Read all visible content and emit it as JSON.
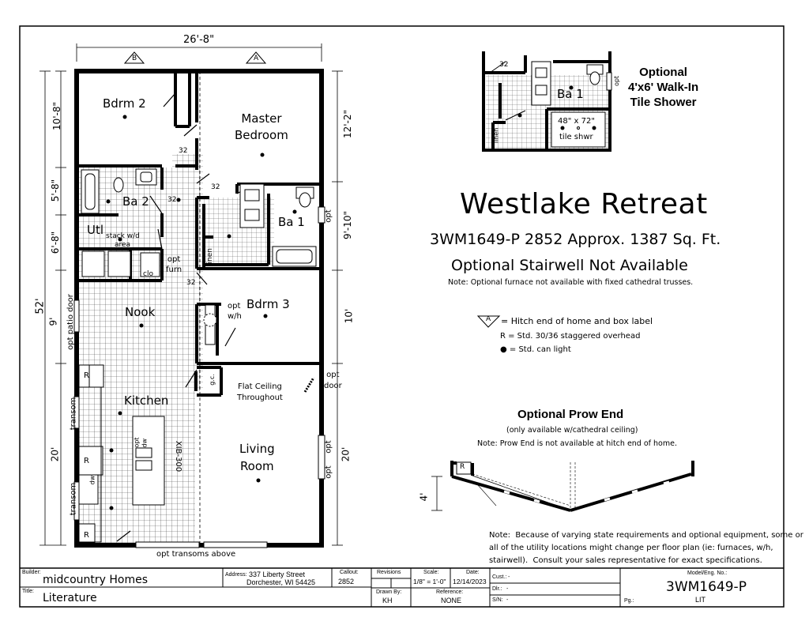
{
  "plan": {
    "overall_width": "26'-8\"",
    "overall_length": "52'",
    "hitch_markers": [
      "B",
      "A"
    ],
    "left_dims": [
      "10'-8\"",
      "5'-8\"",
      "6'-8\"",
      "9'",
      "20'"
    ],
    "right_dims": [
      "12'-2\"",
      "9'-10\"",
      "10'",
      "20'"
    ],
    "rooms": {
      "bdrm2": "Bdrm 2",
      "master": "Master\nBedroom",
      "ba2": "Ba 2",
      "ba1": "Ba 1",
      "utl": "Utl",
      "stack": "stack w/d",
      "area": "area",
      "clo": "clo",
      "linen": "linen",
      "opt_furn": "opt\nfurn",
      "nook": "Nook",
      "bdrm3": "Bdrm 3",
      "opt_wh": "opt\nw/h",
      "kitchen": "Kitchen",
      "living": "Living\nRoom",
      "flat_ceiling": "Flat Ceiling\nThroughout",
      "gc": "g.c.",
      "opt_door": "opt\ndoor",
      "opt_patio_door": "opt patio door",
      "transom": "transom",
      "opt": "opt",
      "opt_dw": "opt\ndw",
      "xib": "XIB-300",
      "dw": "dw",
      "r": "R",
      "thirty_two": "32",
      "opt_transoms_above": "opt transoms above"
    }
  },
  "inset_shower": {
    "title": "Optional\n4'x6' Walk-In\nTile Shower",
    "ba1": "Ba 1",
    "size": "48\" x 72\"",
    "tile": "tile shwr",
    "linen": "linen",
    "num": "32",
    "opt": "opt"
  },
  "header": {
    "model_name": "Westlake Retreat",
    "model_line": "3WM1649-P 2852  Approx. 1387 Sq. Ft.",
    "stair_note": "Optional Stairwell Not Available",
    "furnace_note": "Note:  Optional furnace not available with fixed cathedral trusses."
  },
  "legend": {
    "hitch_symbol": "A",
    "hitch_text": "= Hitch end of home and box label",
    "r_text": "R = Std. 30/36 staggered overhead",
    "light_text": "● = Std. can light"
  },
  "prow": {
    "title": "Optional Prow End",
    "subtitle": "(only available w/cathedral ceiling)",
    "note": "Note: Prow End is not available at hitch end of home.",
    "dim": "4'",
    "r": "R"
  },
  "footer_note": "Note:  Because of varying state requirements and optional equipment, some or\nall of the utility locations might change per floor plan (ie: furnaces, w/h,\nstairwell).  Consult your sales representative for exact specifications.",
  "title_block": {
    "builder_label": "Builder:",
    "builder": "midcountry Homes",
    "title_label": "Title:",
    "title": "Literature",
    "address_label": "Address:",
    "address1": "337 Liberty Street",
    "address2": "Dorchester, WI 54425",
    "callout_label": "Callout:",
    "callout": "2852",
    "revisions_label": "Revisions",
    "drawn_label": "Drawn By:",
    "drawn": "KH",
    "scale_label": "Scale:",
    "scale": "1/8\" = 1'-0\"",
    "date_label": "Date:",
    "date": "12/14/2023",
    "reference_label": "Reference:",
    "reference": "NONE",
    "cust_label": "Cust.:",
    "cust": "-",
    "dlr_label": "Dlr.:",
    "dlr": "-",
    "sn_label": "S/N:",
    "sn": "-",
    "model_label": "Model/Eng. No.:",
    "model": "3WM1649-P",
    "pg_label": "Pg.:",
    "pg": "LIT"
  }
}
